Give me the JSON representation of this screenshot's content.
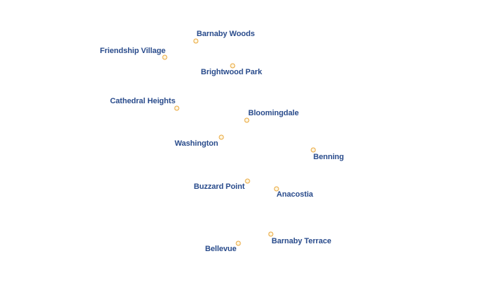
{
  "map": {
    "marker_color": "#e8a63a",
    "label_color": "#2a4c8c",
    "places": [
      {
        "name": "Barnaby Woods",
        "id": "barnaby-woods"
      },
      {
        "name": "Friendship Village",
        "id": "friendship-village"
      },
      {
        "name": "Brightwood Park",
        "id": "brightwood-park"
      },
      {
        "name": "Cathedral Heights",
        "id": "cathedral-heights"
      },
      {
        "name": "Bloomingdale",
        "id": "bloomingdale"
      },
      {
        "name": "Washington",
        "id": "washington"
      },
      {
        "name": "Benning",
        "id": "benning"
      },
      {
        "name": "Buzzard Point",
        "id": "buzzard-point"
      },
      {
        "name": "Anacostia",
        "id": "anacostia"
      },
      {
        "name": "Barnaby Terrace",
        "id": "barnaby-terrace"
      },
      {
        "name": "Bellevue",
        "id": "bellevue"
      }
    ]
  }
}
